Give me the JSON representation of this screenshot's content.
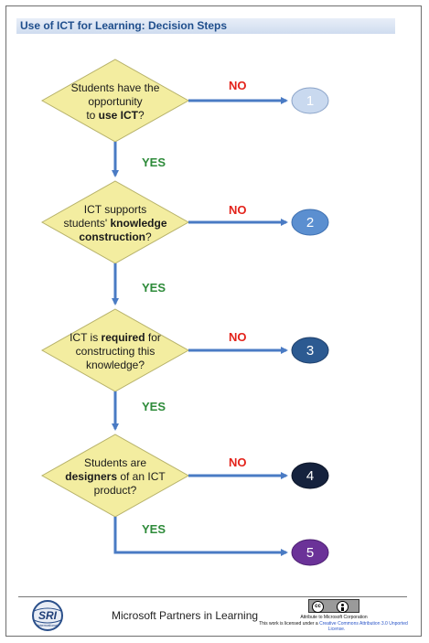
{
  "title": "Use of ICT for Learning: Decision Steps",
  "decisions": [
    {
      "line1": "Students have the",
      "line2": "opportunity",
      "line3_pre": "to ",
      "line3_bold": "use ICT",
      "line3_post": "?"
    },
    {
      "line1": "ICT supports",
      "line2_pre": "students' ",
      "line2_bold": "knowledge",
      "line3_bold": "construction",
      "line3_post": "?"
    },
    {
      "line1_pre": "ICT is ",
      "line1_bold": "required",
      "line1_post": " for",
      "line2": "constructing this",
      "line3": "knowledge?"
    },
    {
      "line1": "Students are",
      "line2_bold": "designers",
      "line2_post": " of an ICT",
      "line3": "product?"
    }
  ],
  "no_label": "NO",
  "yes_label": "YES",
  "outcomes": [
    "1",
    "2",
    "3",
    "4",
    "5"
  ],
  "outcome_colors": [
    "#c9d9ef",
    "#5b8fd0",
    "#2c5a91",
    "#15223d",
    "#6b3298"
  ],
  "footer": {
    "sri_text": "SRI",
    "sri_sub": "International",
    "partners_text": "Microsoft Partners in Learning",
    "cc_attribution": "Attribute to Microsoft Corporation",
    "cc_license_pre": "This work is licensed under a ",
    "cc_license_link": "Creative Commons Attribution 3.0 Unported",
    "cc_license_post": "License."
  }
}
